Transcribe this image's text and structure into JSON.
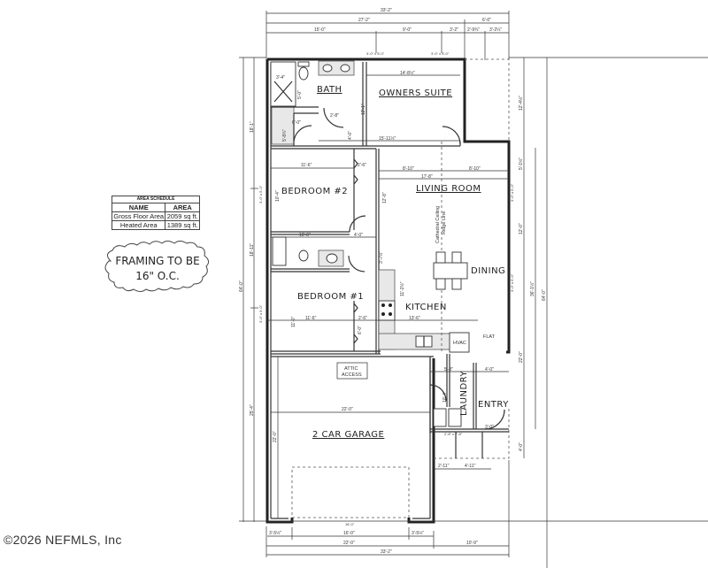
{
  "area_schedule": {
    "title": "AREA SCHEDULE",
    "headers": [
      "NAME",
      "AREA"
    ],
    "rows": [
      {
        "name": "Gross Floor Area",
        "area": "2059 sq ft."
      },
      {
        "name": "Heated Area",
        "area": "1389 sq ft."
      }
    ]
  },
  "framing_note": {
    "line1": "FRAMING TO BE",
    "line2": "16\" O.C."
  },
  "copyright": "©2026 NEFMLS, Inc",
  "rooms": {
    "bath": "BATH",
    "owners_suite": "OWNERS SUITE",
    "bedroom2": "BEDROOM #2",
    "living_room": "LIVING ROOM",
    "dining": "DINING",
    "bedroom1": "BEDROOM #1",
    "kitchen": "KITCHEN",
    "laundry": "LAUNDRY",
    "entry": "ENTRY",
    "garage": "2 CAR GARAGE",
    "attic_line1": "ATTIC",
    "attic_line2": "ACCESS",
    "hvac": "HVAC",
    "flat": "FLAT",
    "cathedral_line1": "Cathedral Ceiling",
    "cathedral_line2": "Ridge Line"
  },
  "dimensions": {
    "top_overall": "33'-2\"",
    "top_left_span": "27'-2\"",
    "top_right_span": "6'-0\"",
    "top_seg1": "15'-0\"",
    "top_seg2": "9'-0\"",
    "top_seg3": "3'-2\"",
    "top_seg4": "2'-9¾\"",
    "top_seg5": "3'-2¼\"",
    "window_a": "3'-0\" x 5'-0\"",
    "window_b": "3'-0\" x 5'-0\"",
    "owners_width_top": "14'-8½\"",
    "owners_width_bottom": "15'-11½\"",
    "owners_depth": "12'-1\"",
    "shower": "3'-4\"",
    "bath_v1": "5'-0\"",
    "closet_w": "6'-0\"",
    "closet_h": "5'-8¾\"",
    "bath_door": "2'-8\"",
    "bath_v2": "4'-0\"",
    "bed2_width": "11'-6\"",
    "bed2_closet": "2'-6\"",
    "bed2_depth": "10'-4\"",
    "living_left": "8'-10\"",
    "living_right": "8'-10\"",
    "living_width": "17'-8\"",
    "living_depth": "12'-8\"",
    "hall_bath": "10'-0\"",
    "hall": "4'-0\"",
    "bed1_width": "11'-6\"",
    "bed1_depth": "11'-0\"",
    "bed1_closet": "2'-6\"",
    "bed1_closet_v": "6'-0\"",
    "kitchen_width": "13'-6\"",
    "kitchen_v": "11'-2½\"",
    "hall_v": "3'-7½\"",
    "laundry_w": "5'-8\"",
    "laundry_h": "10'-4\"",
    "entry_w": "4'-0\"",
    "garage_width": "22'-0\"",
    "garage_depth": "22'-0\"",
    "garage_door": "16'-0\"",
    "garage_door_label": "16'-0\"",
    "garage_side": "3'-5½\"",
    "bottom_seg1": "3'-5½\"",
    "bottom_seg2": "16'-0\"",
    "bottom_seg3": "3'-5½\"",
    "bottom_left": "22'-0\"",
    "bottom_right": "10'-9\"",
    "bottom_overall": "33'-2\"",
    "porch_w1": "2'-11\"",
    "porch_w2": "4'-11\"",
    "porch_depth": "4'-0\"",
    "porch_door": "3'-0\"",
    "right_top": "12'-4½\"",
    "right_s1": "5'-1½\"",
    "right_s2": "12'-0\"",
    "right_s3": "22'-0\"",
    "right_s4": "4'-0\"",
    "right_mid": "36'-1½\"",
    "right_overall": "64'-0\"",
    "left_top": "18'-1\"",
    "left_mid": "18'-11\"",
    "left_bottom": "25'-4\"",
    "left_overall": "64'-0\"",
    "left_window1": "3'-0\" x 5'-0\"",
    "left_window2": "3'-0\" x 5'-0\"",
    "right_window1": "3'-0\" x 5'-0\"",
    "right_window2": "3'-0\" x 5'-0\"",
    "laundry_door": "2'-8\" x 7'-8\"",
    "door_28": "2'-8\""
  }
}
